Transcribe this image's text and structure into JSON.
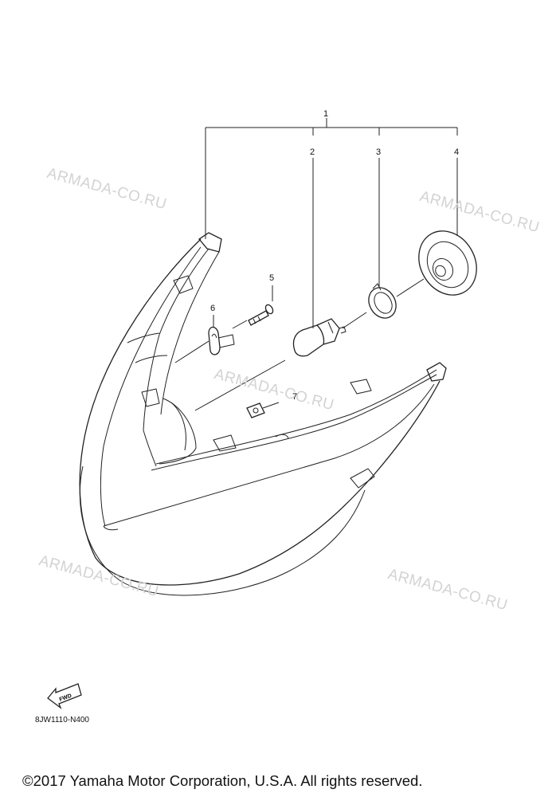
{
  "diagram": {
    "callouts": [
      {
        "id": "callout-1",
        "label": "1"
      },
      {
        "id": "callout-2",
        "label": "2"
      },
      {
        "id": "callout-3",
        "label": "3"
      },
      {
        "id": "callout-4",
        "label": "4"
      },
      {
        "id": "callout-5",
        "label": "5"
      },
      {
        "id": "callout-6",
        "label": "6"
      },
      {
        "id": "callout-7",
        "label": "7"
      }
    ],
    "fwd_label": "FWD",
    "diagram_code": "8JW1110-N400"
  },
  "watermark": {
    "text": "ARMADA-CO.RU",
    "color": "#d3d3d3"
  },
  "footer": {
    "copyright": "©2017 Yamaha Motor Corporation, U.S.A. All rights reserved."
  }
}
